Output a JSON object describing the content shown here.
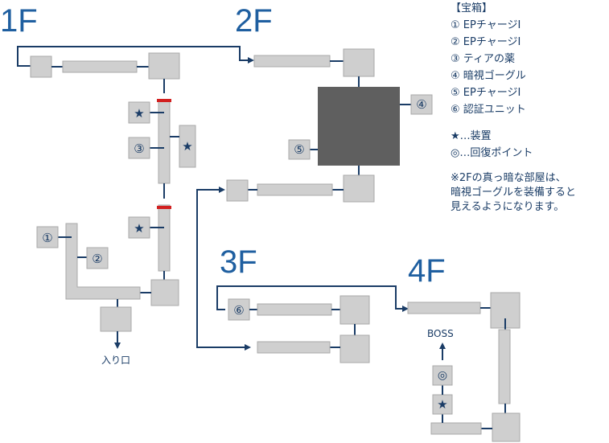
{
  "floors": {
    "f1": "1F",
    "f2": "2F",
    "f3": "3F",
    "f4": "4F"
  },
  "markers": {
    "star": "★",
    "recovery": "◎",
    "t1": "①",
    "t2": "②",
    "t3": "③",
    "t4": "④",
    "t5": "⑤",
    "t6": "⑥"
  },
  "labels": {
    "entrance": "入り口",
    "boss": "BOSS"
  },
  "legend": {
    "title": "【宝箱】",
    "items": [
      "① EPチャージI",
      "② EPチャージI",
      "③ ティアの薬",
      "④ 暗視ゴーグル",
      "⑤ EPチャージI",
      "⑥ 認証ユニット"
    ],
    "symbols": [
      "★…装置",
      "◎…回復ポイント"
    ],
    "note": [
      "※2Fの真っ暗な部屋は、",
      "暗視ゴーグルを装備すると",
      "見えるようになります。"
    ]
  },
  "colors": {
    "room": "#cfcfcf",
    "dark_room": "#5f5f5f",
    "line": "#1a3c66",
    "door": "#d22020",
    "floor_label": "#1f5fa0"
  }
}
